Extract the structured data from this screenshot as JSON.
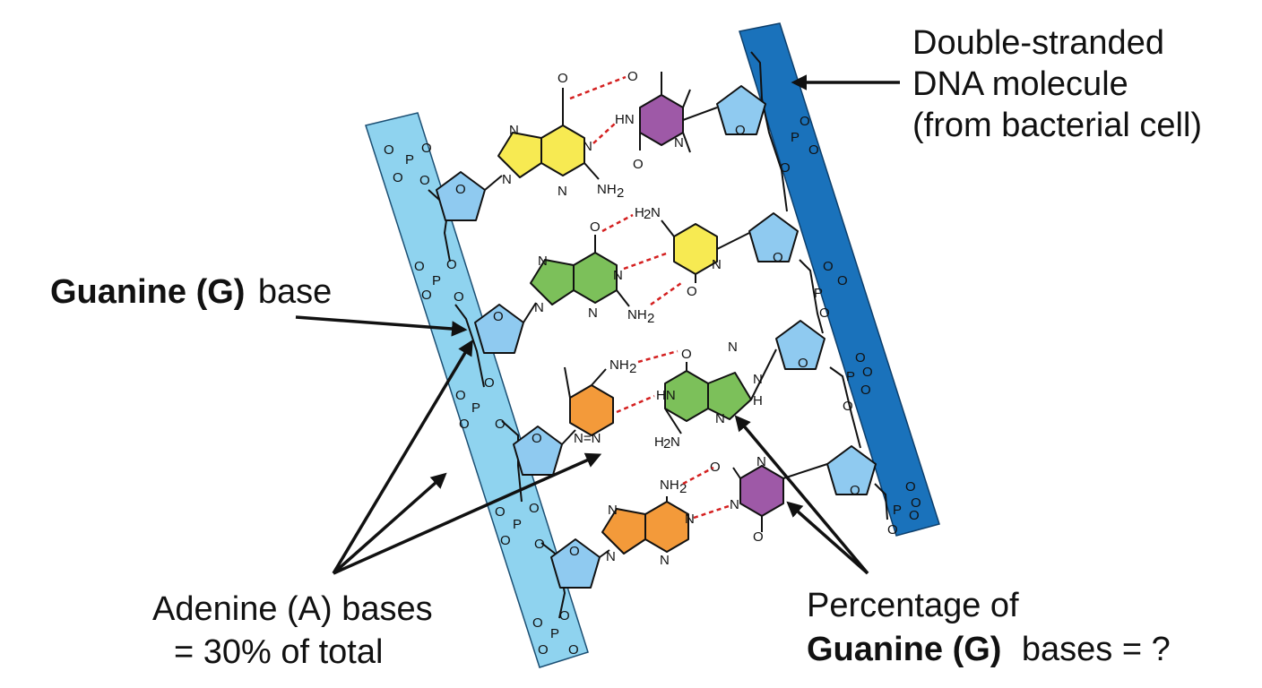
{
  "labels": {
    "dna_title_line1": "Double-stranded",
    "dna_title_line2": "DNA molecule",
    "dna_title_line3": "(from bacterial cell)",
    "guanine_bold": "Guanine (G)",
    "guanine_rest": "base",
    "adenine_line1": "Adenine (A) bases",
    "adenine_line2": "= 30% of total",
    "question_line1": "Percentage of",
    "question_bold": "Guanine (G)",
    "question_rest": "bases = ?"
  },
  "atoms": {
    "O": "O",
    "N": "N",
    "NH": "NH",
    "HN": "HN",
    "H": "H",
    "NH2": "NH",
    "H2N": "H",
    "P": "P",
    "sub2": "2",
    "N_eq_N": "N=N",
    "HN_text": "HN",
    "NH2_top": "NH"
  },
  "colors": {
    "strand_left": "#8fd3ef",
    "strand_right": "#1a72bb",
    "sugar": "#8fcaf0",
    "guanine_pyrimidine_yellow": "#f7ea52",
    "cytosine_green": "#7cc05a",
    "thymine_purple": "#9e59a7",
    "adenine_orange": "#f39a3a",
    "hydrogen_bond": "#d42020"
  }
}
